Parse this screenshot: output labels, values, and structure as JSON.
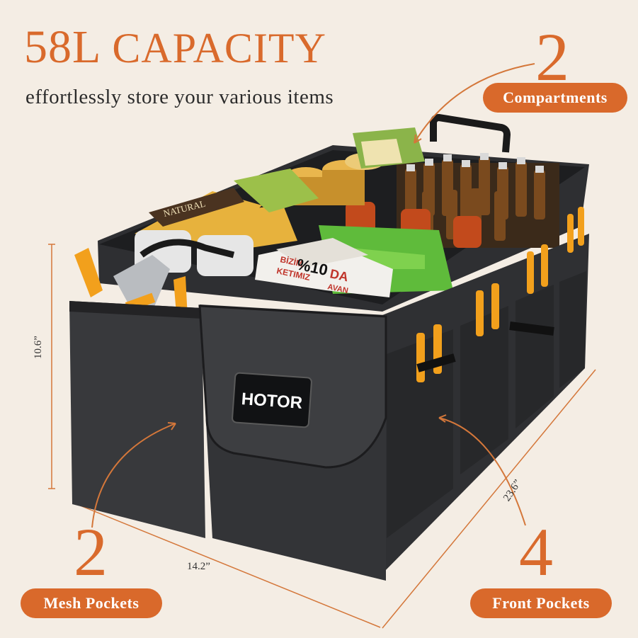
{
  "headline": {
    "number": "58L",
    "word": "CAPACITY"
  },
  "subheading": "effortlessly store your various items",
  "callouts": {
    "compartments": {
      "count": "2",
      "label": "Compartments"
    },
    "mesh": {
      "count": "2",
      "label": "Mesh Pockets"
    },
    "front": {
      "count": "4",
      "label": "Front Pockets"
    }
  },
  "dimensions": {
    "height": "10.6”",
    "width": "14.2”",
    "length": "23.6”"
  },
  "product": {
    "brand": "HOTOR",
    "snack_bag_text": "NATURAL",
    "biscuit_text_1": "BİZİM",
    "biscuit_text_2": "KETIMIZ",
    "biscuit_text_3": "%10",
    "biscuit_text_4": "DA",
    "biscuit_text_5": "AVAN"
  },
  "colors": {
    "accent": "#d9692b",
    "background": "#f4ede4",
    "body": "#3a3b3e",
    "handles": "#f2a01c"
  }
}
